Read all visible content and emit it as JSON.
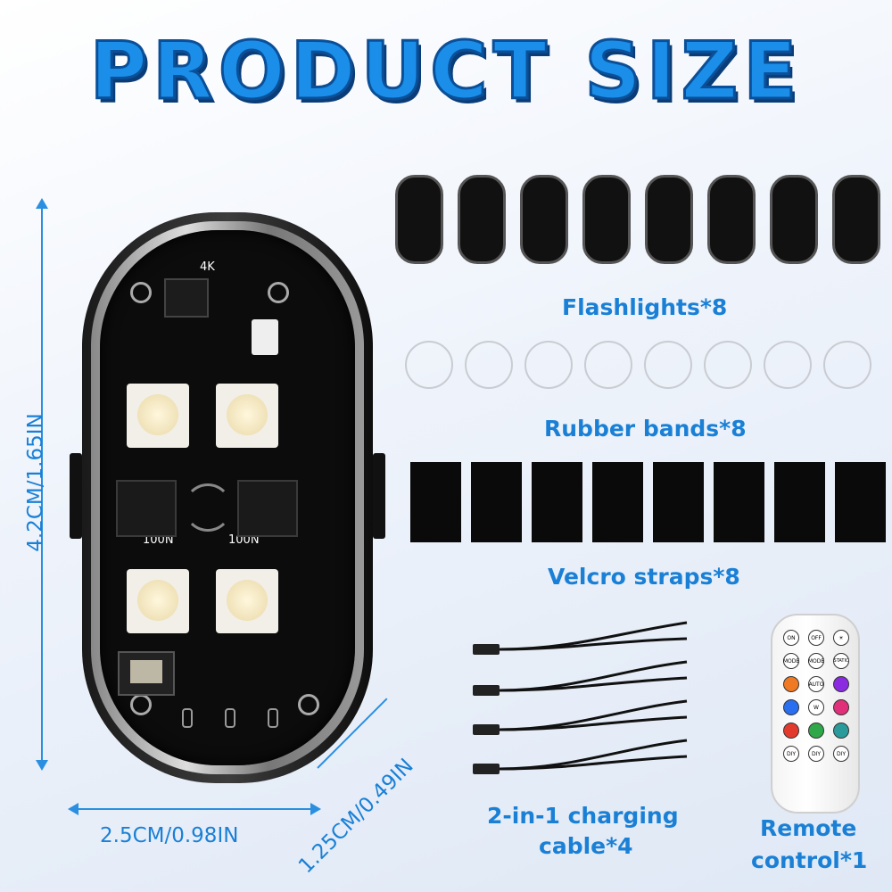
{
  "title": "PRODUCT SIZE",
  "dimensions": {
    "height": "4.2CM/1.65IN",
    "width": "2.5CM/0.98IN",
    "depth": "1.25CM/0.49IN"
  },
  "board_labels": {
    "top": "4K",
    "left_cap": "100N",
    "right_cap": "100N"
  },
  "accessories": {
    "flashlights": "Flashlights*8",
    "rubber_bands": "Rubber bands*8",
    "velcro": "Velcro straps*8",
    "cable_line1": "2-in-1 charging",
    "cable_line2": "cable*4",
    "remote_line1": "Remote",
    "remote_line2": "control*1"
  },
  "remote_buttons": {
    "on": "ON",
    "off": "OFF",
    "mode": "MODE",
    "static": "STATIC",
    "auto": "AUTO",
    "w": "W",
    "diy1": "DIY",
    "diy2": "DIY",
    "diy3": "DIY"
  },
  "colors": {
    "accent": "#1a80d6",
    "title_fill": "#1a8ee8",
    "title_shadow": "#0a3d78"
  }
}
